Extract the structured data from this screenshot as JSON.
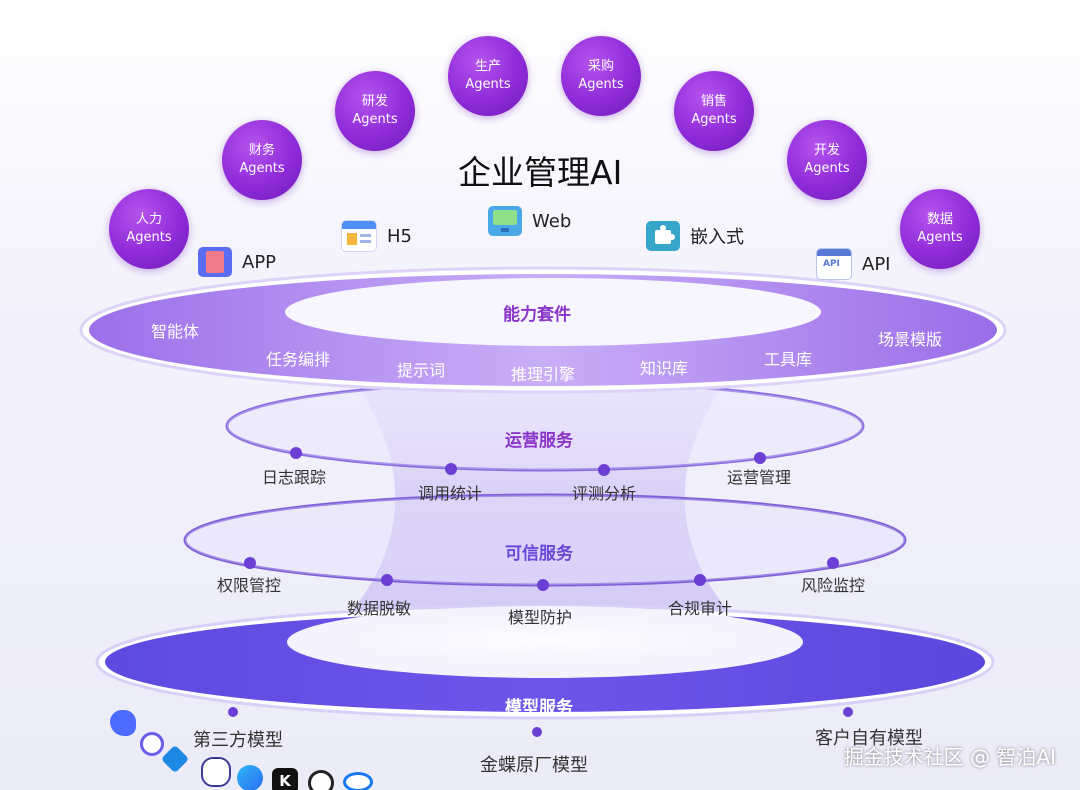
{
  "title": "企业管理AI",
  "agents": [
    {
      "line1": "人力",
      "line2": "Agents"
    },
    {
      "line1": "财务",
      "line2": "Agents"
    },
    {
      "line1": "研发",
      "line2": "Agents"
    },
    {
      "line1": "生产",
      "line2": "Agents"
    },
    {
      "line1": "采购",
      "line2": "Agents"
    },
    {
      "line1": "销售",
      "line2": "Agents"
    },
    {
      "line1": "开发",
      "line2": "Agents"
    },
    {
      "line1": "数据",
      "line2": "Agents"
    }
  ],
  "channels": {
    "app": "APP",
    "h5": "H5",
    "web": "Web",
    "embedded": "嵌入式",
    "api": "API",
    "api_icon_text": "API"
  },
  "capability": {
    "title": "能力套件",
    "items": [
      "智能体",
      "任务编排",
      "提示词",
      "推理引擎",
      "知识库",
      "工具库",
      "场景模版"
    ]
  },
  "operations": {
    "title": "运营服务",
    "items": [
      "日志跟踪",
      "调用统计",
      "评测分析",
      "运营管理"
    ]
  },
  "trust": {
    "title": "可信服务",
    "items": [
      "权限管控",
      "数据脱敏",
      "模型防护",
      "合规审计",
      "风险监控"
    ]
  },
  "model": {
    "title": "模型服务",
    "items": [
      "第三方模型",
      "金蝶原厂模型",
      "客户自有模型"
    ]
  },
  "logo_icons": [
    "deepseek-icon",
    "qwen-icon",
    "hunyuan-icon",
    "zhipu-icon",
    "doubao-icon",
    "kimi-icon",
    "openai-icon",
    "meta-icon"
  ],
  "logo_text": {
    "kimi": "K"
  },
  "watermark": "掘金技术社区 @ 智泊AI",
  "colors": {
    "accent": "#8a2be2",
    "ring_dark": "#5a3fd8",
    "ring_light": "#b79af0",
    "dot": "#6b3fd4"
  }
}
